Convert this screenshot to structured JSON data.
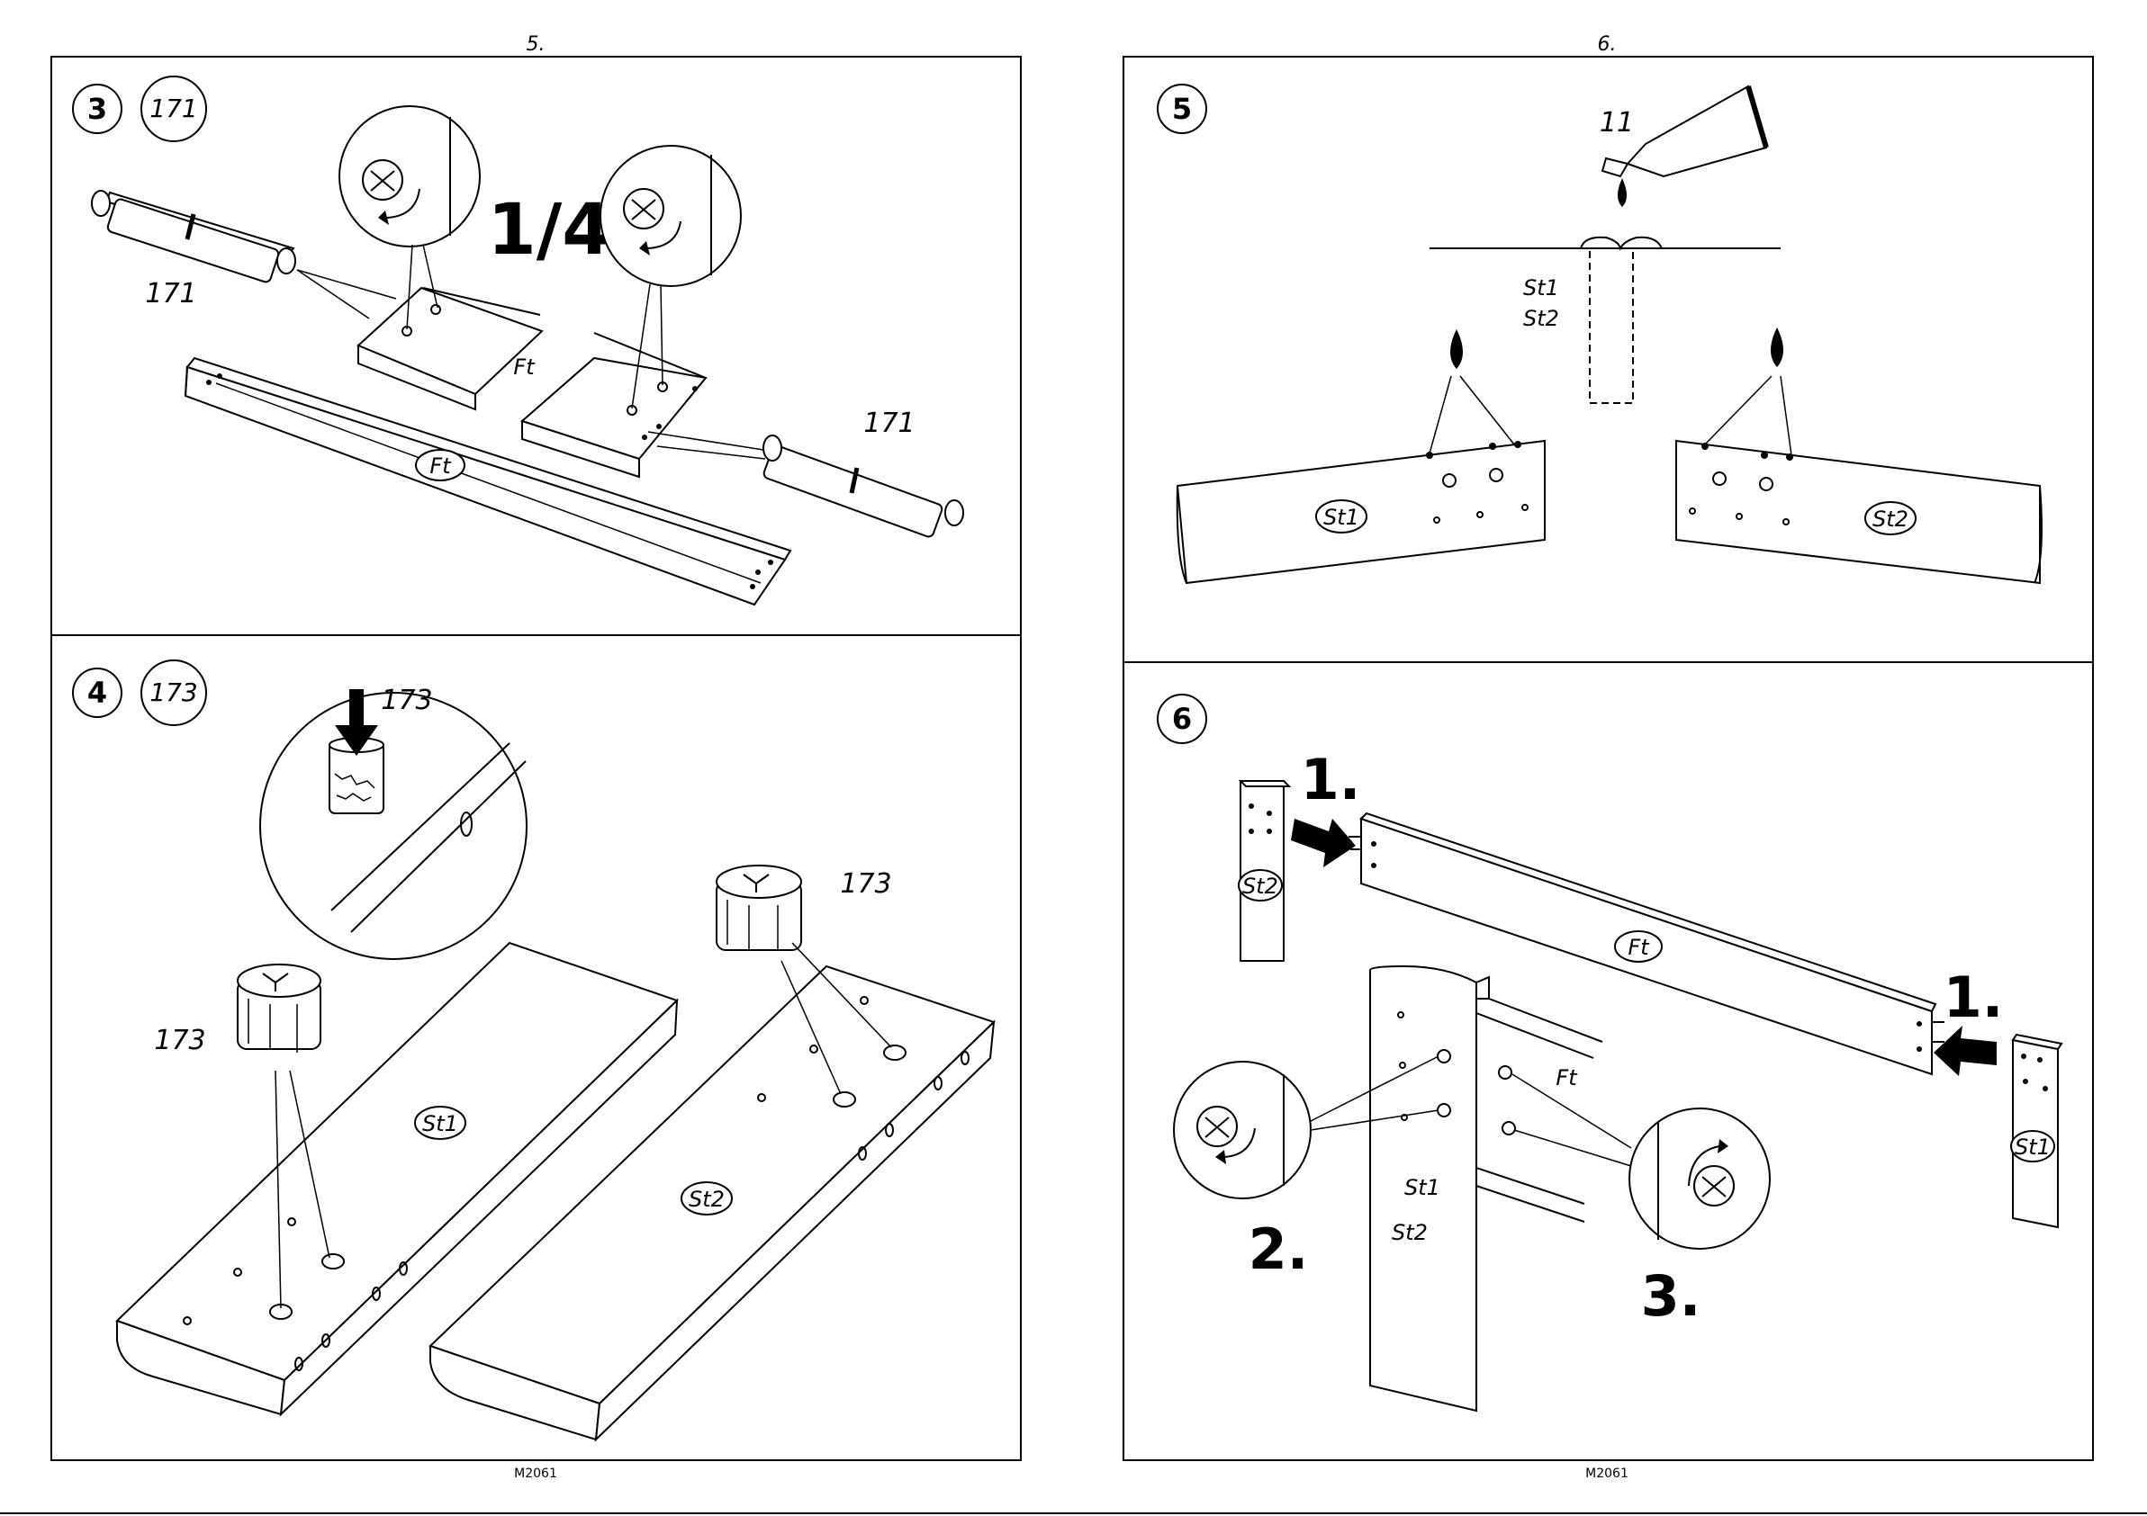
{
  "pages": [
    {
      "number": "5.",
      "footer": "M2061",
      "panels": [
        {
          "step": "3",
          "part_badge": "171",
          "fraction": "1/4",
          "labels": {
            "dowel_left": "171",
            "dowel_right": "171",
            "board_top": "Ft",
            "board_bottom": "Ft"
          }
        },
        {
          "step": "4",
          "part_badge": "173",
          "labels": {
            "detail": "173",
            "cam_left": "173",
            "cam_right": "173",
            "board_left": "St1",
            "board_right": "St2"
          }
        }
      ]
    },
    {
      "number": "6.",
      "footer": "M2061",
      "panels": [
        {
          "step": "5",
          "labels": {
            "glue": "11",
            "section_a": "St1",
            "section_b": "St2",
            "board_left": "St1",
            "board_right": "St2"
          }
        },
        {
          "step": "6",
          "labels": {
            "post_left": "St2",
            "rail": "Ft",
            "post_right": "St1",
            "corner_rail": "Ft",
            "corner_a": "St1",
            "corner_b": "St2"
          },
          "sequence": {
            "first_left": "1.",
            "first_right": "1.",
            "second": "2.",
            "third": "3."
          }
        }
      ]
    }
  ],
  "icons": [
    "glue-tube-icon",
    "glue-drop-icon",
    "push-arrow-icon",
    "cam-lock-icon",
    "rotate-arrow-icon",
    "dowel-icon"
  ]
}
